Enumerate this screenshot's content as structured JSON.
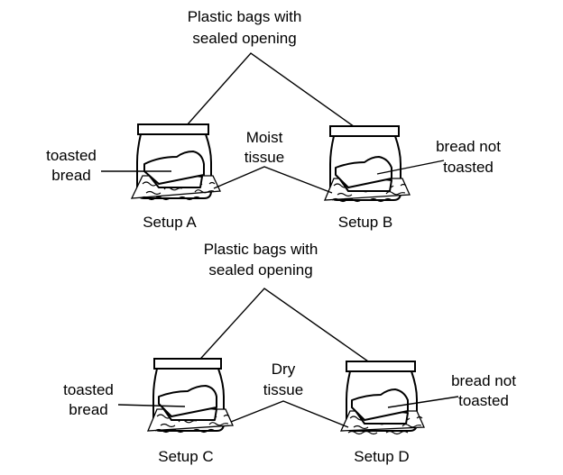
{
  "top": {
    "bag_label_line1": "Plastic bags with",
    "bag_label_line2": "sealed opening",
    "tissue_label_line1": "Moist",
    "tissue_label_line2": "tissue",
    "left_bread_line1": "toasted",
    "left_bread_line2": "bread",
    "right_bread_line1": "bread not",
    "right_bread_line2": "toasted",
    "setup_left": "Setup A",
    "setup_right": "Setup B"
  },
  "bottom": {
    "bag_label_line1": "Plastic bags with",
    "bag_label_line2": "sealed opening",
    "tissue_label_line1": "Dry",
    "tissue_label_line2": "tissue",
    "left_bread_line1": "toasted",
    "left_bread_line2": "bread",
    "right_bread_line1": "bread not",
    "right_bread_line2": "toasted",
    "setup_left": "Setup C",
    "setup_right": "Setup D"
  }
}
